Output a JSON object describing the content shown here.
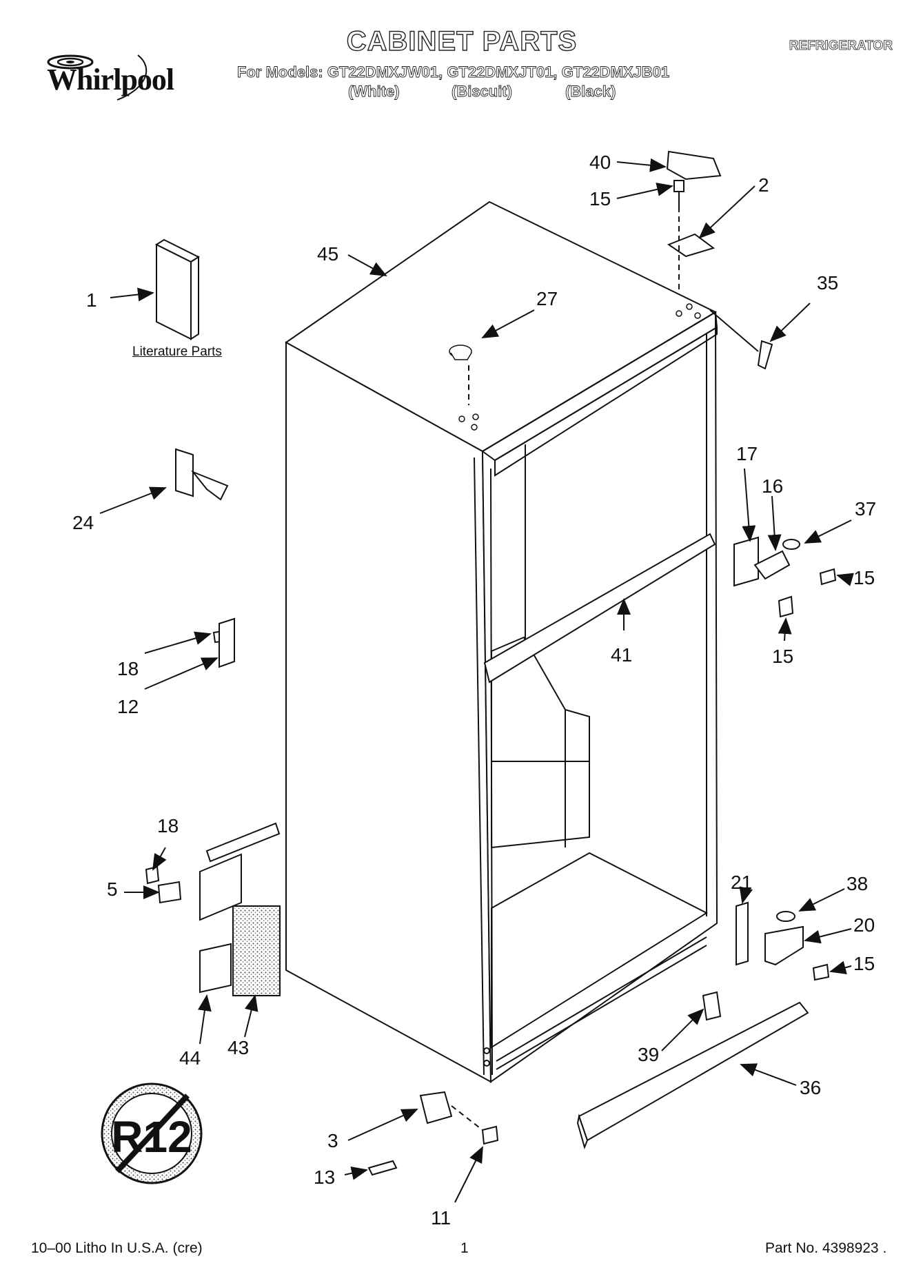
{
  "header": {
    "brand": "Whirlpool",
    "title": "CABINET PARTS",
    "category": "REFRIGERATOR",
    "models_line": "For Models: GT22DMXJW01, GT22DMXJT01, GT22DMXJB01",
    "colors": [
      "(White)",
      "(Biscuit)",
      "(Black)"
    ]
  },
  "labels": {
    "literature": "Literature Parts",
    "no_r12": "R12"
  },
  "callouts": [
    "40",
    "15",
    "2",
    "45",
    "27",
    "35",
    "1",
    "17",
    "16",
    "37",
    "24",
    "15",
    "15",
    "41",
    "18",
    "12",
    "18",
    "5",
    "21",
    "38",
    "20",
    "15",
    "44",
    "43",
    "39",
    "36",
    "3",
    "13",
    "11"
  ],
  "footer": {
    "left": "10–00 Litho In U.S.A. (cre)",
    "center": "1",
    "right": "Part No. 4398923 ."
  }
}
